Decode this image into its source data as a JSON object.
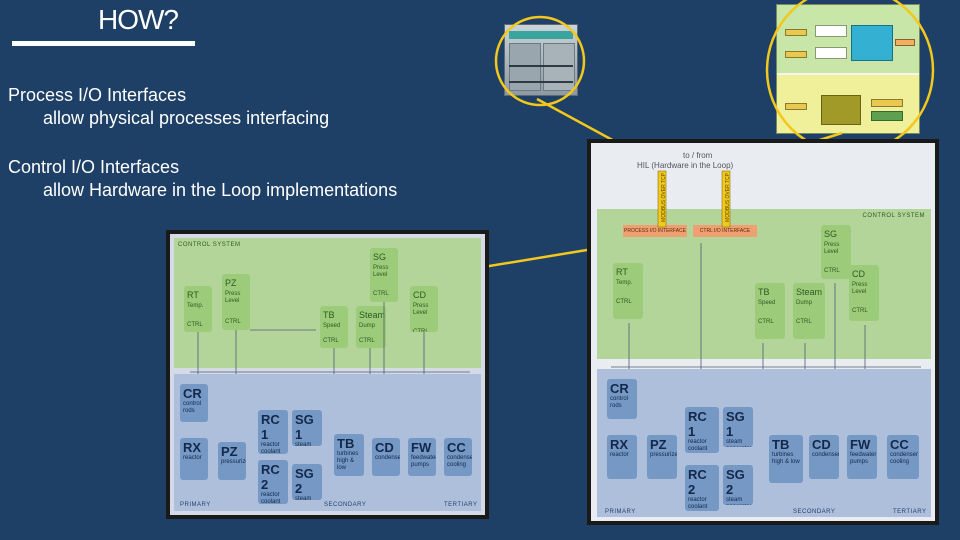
{
  "slide": {
    "title": "HOW?",
    "bullets": [
      {
        "main": "Process I/O Interfaces",
        "sub": "allow physical processes interfacing"
      },
      {
        "main": "Control I/O Interfaces",
        "sub": "allow Hardware in the Loop implementations"
      }
    ]
  },
  "diagram": {
    "control_system_label": "CONTROL SYSTEM",
    "ctrl_label": "CTRL",
    "control_blocks": [
      {
        "code": "RT",
        "sub": "Temp."
      },
      {
        "code": "PZ",
        "sub": "Press Level"
      },
      {
        "code": "SG",
        "sub": "Press Level"
      },
      {
        "code": "TB",
        "sub": "Speed"
      },
      {
        "code": "Steam",
        "sub": "Dump"
      },
      {
        "code": "CD",
        "sub": "Press Level"
      }
    ],
    "plant_blocks": [
      {
        "code": "CR",
        "sub": "control rods"
      },
      {
        "code": "RX",
        "sub": "reactor"
      },
      {
        "code": "PZ",
        "sub": "pressurizer"
      },
      {
        "code": "RC 1",
        "sub": "reactor coolant pump"
      },
      {
        "code": "SG 1",
        "sub": "steam generator"
      },
      {
        "code": "RC 2",
        "sub": "reactor coolant pump"
      },
      {
        "code": "SG 2",
        "sub": "steam generator"
      },
      {
        "code": "TB",
        "sub": "turbines high & low"
      },
      {
        "code": "CD",
        "sub": "condenser"
      },
      {
        "code": "FW",
        "sub": "feedwater pumps"
      },
      {
        "code": "CC",
        "sub": "condenser cooling"
      }
    ],
    "sections": {
      "primary": "PRIMARY",
      "secondary": "SECONDARY",
      "tertiary": "TERTIARY"
    },
    "to_from": "to / from",
    "hil_label": "HIL (Hardware in the Loop)",
    "modbus": "MODBUS OVER TCP",
    "process_io": "PROCESS I/O INTERFACE",
    "control_io": "CTRL I/O INTERFACE"
  }
}
